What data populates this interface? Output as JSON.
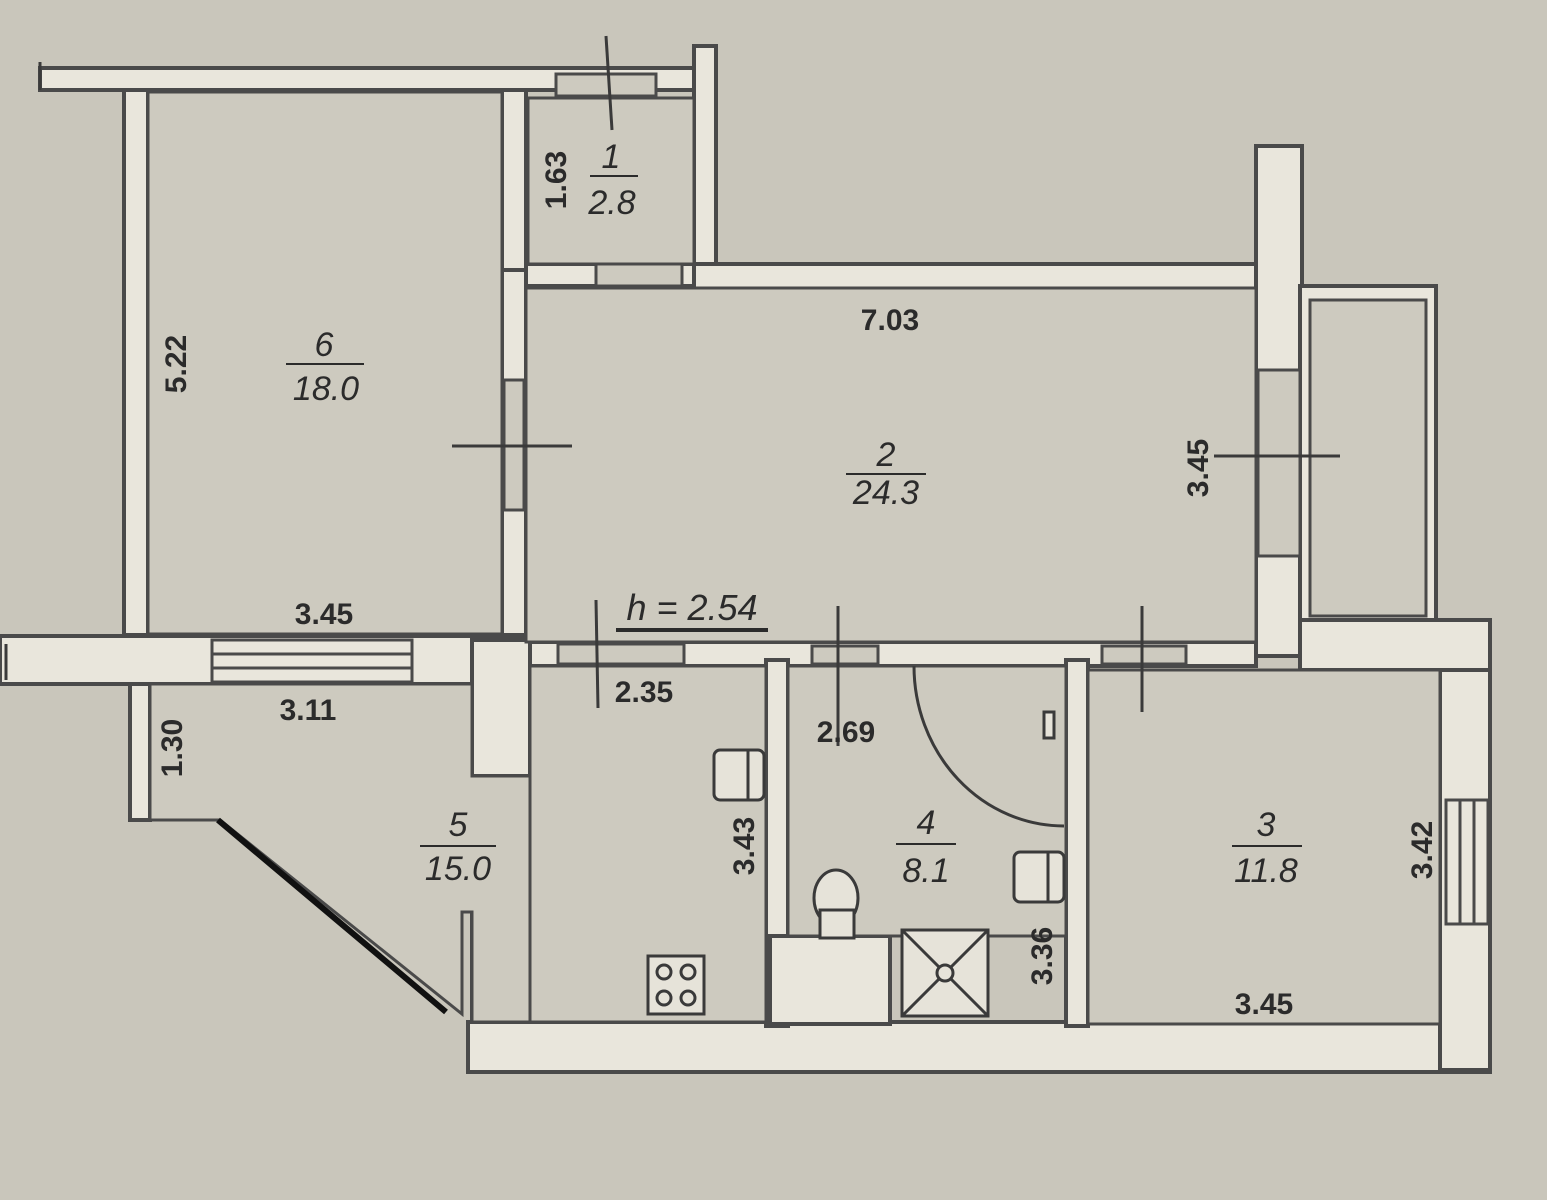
{
  "plan": {
    "ceiling_height": "h = 2.54",
    "rooms": [
      {
        "number": "1",
        "area": "2.8"
      },
      {
        "number": "2",
        "area": "24.3"
      },
      {
        "number": "3",
        "area": "11.8"
      },
      {
        "number": "4",
        "area": "8.1"
      },
      {
        "number": "5",
        "area": "15.0"
      },
      {
        "number": "6",
        "area": "18.0"
      }
    ],
    "dimensions": [
      "1.63",
      "5.22",
      "7.03",
      "3.45",
      "3.45",
      "2.35",
      "3.11",
      "1.30",
      "2.69",
      "3.43",
      "3.36",
      "3.42",
      "3.45"
    ]
  },
  "colors": {
    "paper": "#c9c6bb",
    "wall": "#efede6",
    "line": "#4a4a4a"
  }
}
